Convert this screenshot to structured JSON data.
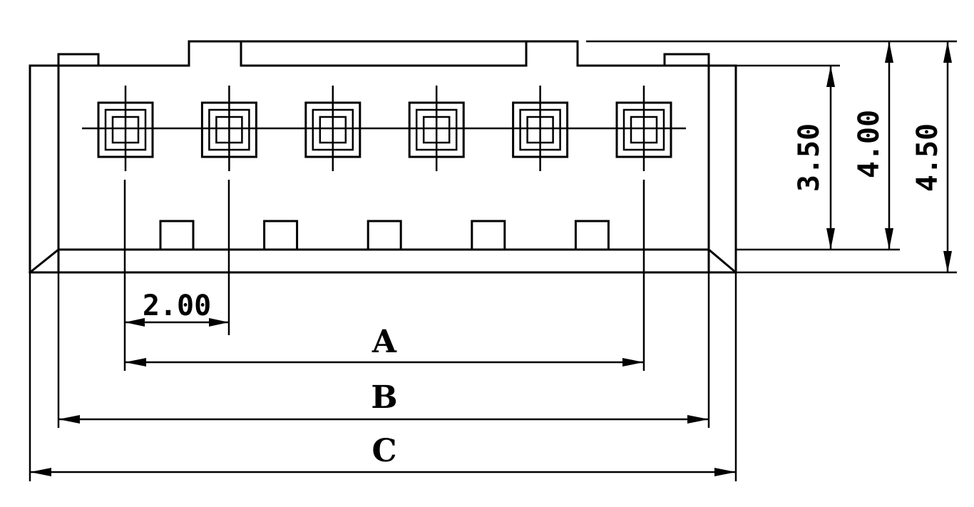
{
  "drawing": {
    "pin_count": 6,
    "dimensions": {
      "pitch": "2.00",
      "height_inner": "3.50",
      "height_mid": "4.00",
      "height_outer": "4.50",
      "span_a": "A",
      "span_b": "B",
      "span_c": "C"
    }
  }
}
